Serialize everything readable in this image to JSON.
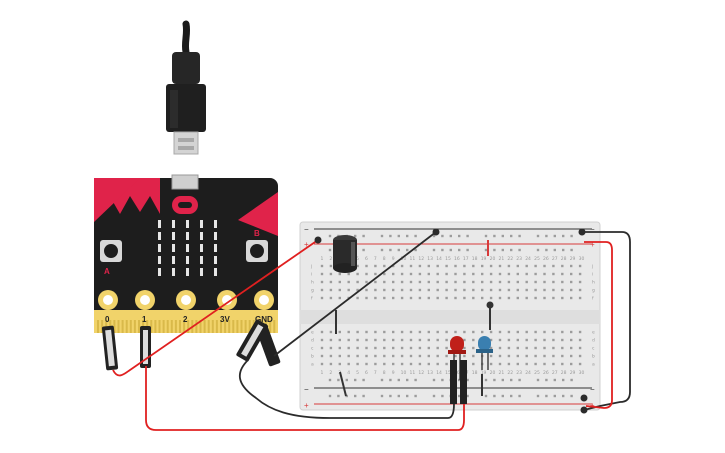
{
  "microbit": {
    "pin_labels": [
      "0",
      "1",
      "2",
      "3V",
      "GND"
    ],
    "button_a_label": "A",
    "button_b_label": "B"
  },
  "breadboard": {
    "column_numbers": [
      "1",
      "2",
      "3",
      "4",
      "5",
      "6",
      "7",
      "8",
      "9",
      "10",
      "11",
      "12",
      "13",
      "14",
      "15",
      "16",
      "17",
      "18",
      "19",
      "20",
      "21",
      "22",
      "23",
      "24",
      "25",
      "26",
      "27",
      "28",
      "29",
      "30"
    ],
    "top_row_letters": [
      "j",
      "i",
      "h",
      "g",
      "f"
    ],
    "bottom_row_letters": [
      "e",
      "d",
      "c",
      "b",
      "a"
    ],
    "rail_minus": "−",
    "rail_plus": "+"
  },
  "components": {
    "led_red_color": "#c0201a",
    "led_blue_color": "#3a7fb0",
    "capacitor_color": "#2a2a2a"
  },
  "wires": {
    "red_color": "#e02020",
    "black_color": "#2b2b2b"
  },
  "colors": {
    "microbit_body": "#1d1d1d",
    "microbit_accent": "#e0234a",
    "pad_gold": "#f1d36a",
    "breadboard_body": "#e9e9e9",
    "rail_red": "#d83a3a",
    "rail_blue": "#333333"
  }
}
